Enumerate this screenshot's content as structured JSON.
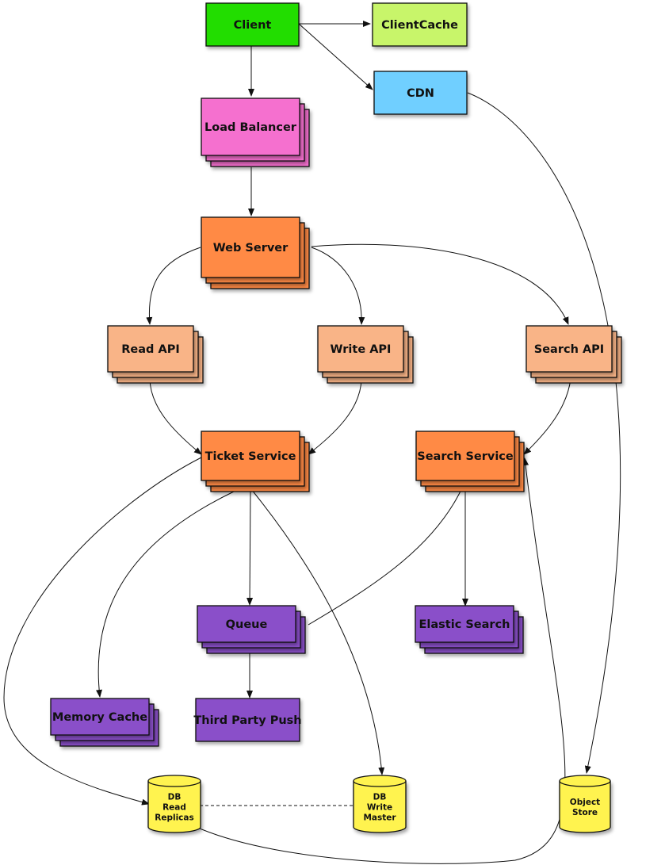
{
  "nodes": {
    "client": {
      "label": "Client",
      "color": "#22dd00",
      "stack": 1
    },
    "client_cache": {
      "label": "ClientCache",
      "color": "#c8f56a",
      "stack": 1
    },
    "cdn": {
      "label": "CDN",
      "color": "#6fcfff",
      "stack": 1
    },
    "load_balancer": {
      "label": "Load Balancer",
      "color": "#f570cf",
      "stack": 3
    },
    "web_server": {
      "label": "Web Server",
      "color": "#ff8a44",
      "stack": 3
    },
    "read_api": {
      "label": "Read API",
      "color": "#f9b487",
      "stack": 3
    },
    "write_api": {
      "label": "Write API",
      "color": "#f9b487",
      "stack": 3
    },
    "search_api": {
      "label": "Search API",
      "color": "#f9b487",
      "stack": 3
    },
    "ticket_service": {
      "label": "Ticket Service",
      "color": "#ff8a44",
      "stack": 3
    },
    "search_service": {
      "label": "Search Service",
      "color": "#ff8a44",
      "stack": 3
    },
    "queue": {
      "label": "Queue",
      "color": "#8a4fc9",
      "stack": 3
    },
    "elastic_search": {
      "label": "Elastic Search",
      "color": "#8a4fc9",
      "stack": 3
    },
    "memory_cache": {
      "label": "Memory Cache",
      "color": "#8a4fc9",
      "stack": 3
    },
    "third_party_push": {
      "label": "Third Party Push",
      "color": "#8a4fc9",
      "stack": 1
    }
  },
  "databases": {
    "db_read_replicas": {
      "lines": [
        "DB",
        "Read",
        "Replicas"
      ],
      "color": "#fff350"
    },
    "db_write_master": {
      "lines": [
        "DB",
        "Write",
        "Master"
      ],
      "color": "#fff350"
    },
    "object_store": {
      "lines": [
        "Object",
        "Store"
      ],
      "color": "#fff350"
    }
  },
  "edges": [
    {
      "from": "client",
      "to": "client_cache",
      "style": "arrow"
    },
    {
      "from": "client",
      "to": "cdn",
      "style": "arrow"
    },
    {
      "from": "client",
      "to": "load_balancer",
      "style": "arrow"
    },
    {
      "from": "cdn",
      "to": "object_store",
      "style": "arrow"
    },
    {
      "from": "load_balancer",
      "to": "web_server",
      "style": "arrow"
    },
    {
      "from": "web_server",
      "to": "read_api",
      "style": "arrow"
    },
    {
      "from": "web_server",
      "to": "write_api",
      "style": "arrow"
    },
    {
      "from": "web_server",
      "to": "search_api",
      "style": "arrow"
    },
    {
      "from": "read_api",
      "to": "ticket_service",
      "style": "arrow"
    },
    {
      "from": "write_api",
      "to": "ticket_service",
      "style": "arrow"
    },
    {
      "from": "search_api",
      "to": "search_service",
      "style": "arrow"
    },
    {
      "from": "ticket_service",
      "to": "queue",
      "style": "arrow"
    },
    {
      "from": "ticket_service",
      "to": "memory_cache",
      "style": "arrow"
    },
    {
      "from": "ticket_service",
      "to": "db_write_master",
      "style": "arrow"
    },
    {
      "from": "ticket_service",
      "to": "db_read_replicas",
      "style": "arrow"
    },
    {
      "from": "queue",
      "to": "search_service",
      "style": "arrow"
    },
    {
      "from": "queue",
      "to": "third_party_push",
      "style": "arrow"
    },
    {
      "from": "search_service",
      "to": "elastic_search",
      "style": "arrow"
    },
    {
      "from": "db_read_replicas",
      "to": "search_service",
      "style": "arrow"
    },
    {
      "from": "db_read_replicas",
      "to": "db_write_master",
      "style": "dashed"
    }
  ]
}
